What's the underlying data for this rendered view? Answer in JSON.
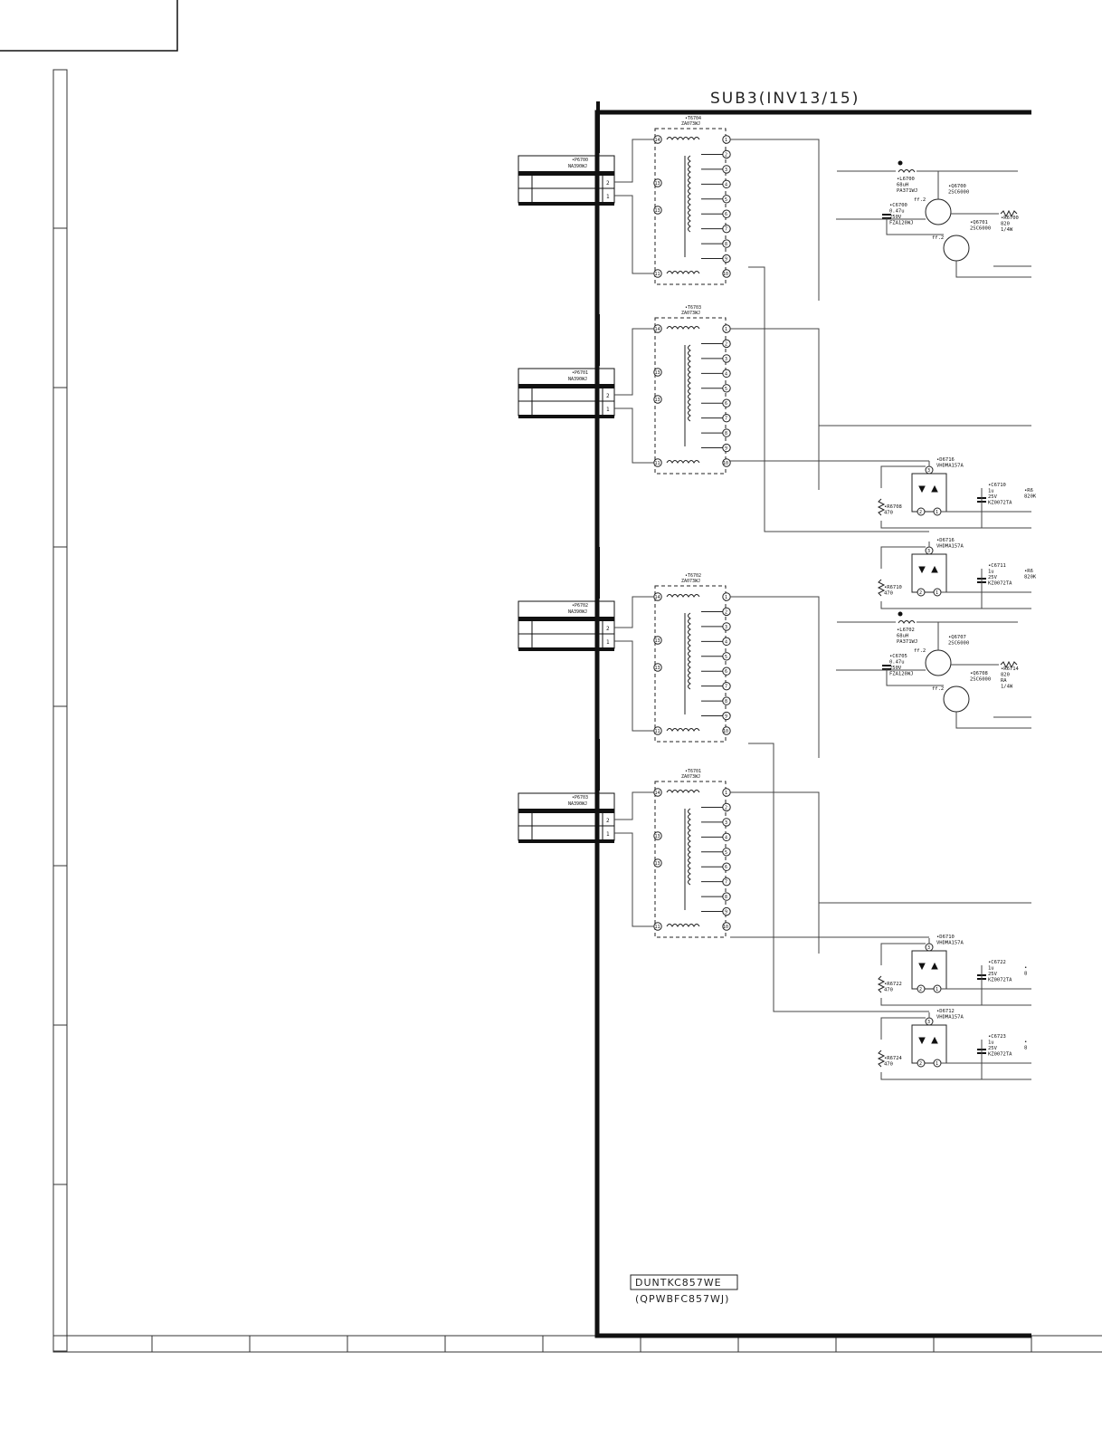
{
  "title": "SUB3(INV13/15)",
  "board": {
    "code": "DUNTKC857WE",
    "pwb": "(QPWBFC857WJ)"
  },
  "connectors": [
    {
      "ref": "•P6700",
      "part": "NA390WJ",
      "pins": [
        "2",
        "1"
      ]
    },
    {
      "ref": "•P6701",
      "part": "NA390WJ",
      "pins": [
        "2",
        "1"
      ]
    },
    {
      "ref": "•P6702",
      "part": "NA390WJ",
      "pins": [
        "2",
        "1"
      ]
    },
    {
      "ref": "•P6703",
      "part": "NA390WJ",
      "pins": [
        "2",
        "1"
      ]
    }
  ],
  "transformers": [
    {
      "ref": "•T6704",
      "part": "ZA073WJ"
    },
    {
      "ref": "•T6703",
      "part": "ZA073WJ"
    },
    {
      "ref": "•T6702",
      "part": "ZA073WJ"
    },
    {
      "ref": "•T6701",
      "part": "ZA073WJ"
    }
  ],
  "transformer_pins": {
    "left": [
      "14",
      "13",
      "13",
      "11"
    ],
    "right": [
      "1",
      "2",
      "3",
      "4",
      "5",
      "6",
      "7",
      "8",
      "9",
      "10"
    ]
  },
  "stages": [
    {
      "inductor": [
        "•L6700",
        "68uH",
        "PA371WJ"
      ],
      "q_a": [
        "•Q6700",
        "2SC6000"
      ],
      "q_b": [
        "•Q6701",
        "2SC6000"
      ],
      "cap": [
        "•C6700",
        "0.47u",
        "250V",
        "FZA120WJ"
      ],
      "res": [
        "•R6700",
        "820",
        "1/4W"
      ],
      "flag": "ff.2"
    },
    {
      "inductor": [
        "•L6702",
        "68uH",
        "PA371WJ"
      ],
      "q_a": [
        "•Q6707",
        "2SC6000"
      ],
      "q_b": [
        "•Q6708",
        "2SC6000"
      ],
      "cap": [
        "•C6705",
        "0.47u",
        "250V",
        "FZA120WJ"
      ],
      "res": [
        "•R6714",
        "820",
        "RA",
        "1/4W"
      ],
      "flag": "ff.2"
    }
  ],
  "diode_blocks": [
    {
      "diode": [
        "•D6716",
        "VHDMA157A"
      ],
      "res": [
        "•R6708",
        "470"
      ],
      "cap": [
        "•C6710",
        "1u",
        "25V",
        "KZ0072TA"
      ],
      "rres": [
        "•R6",
        "820K"
      ]
    },
    {
      "diode": [
        "•D6716",
        "VHDMA157A"
      ],
      "res": [
        "•R6710",
        "470"
      ],
      "cap": [
        "•C6711",
        "1u",
        "25V",
        "KZ0072TA"
      ],
      "rres": [
        "•R6",
        "820K"
      ]
    },
    {
      "diode": [
        "•D6710",
        "VHDMA157A"
      ],
      "res": [
        "•R6722",
        "470"
      ],
      "cap": [
        "•C6722",
        "1u",
        "25V",
        "KZ0072TA"
      ],
      "rres": [
        "•",
        "8"
      ]
    },
    {
      "diode": [
        "•D6712",
        "VHDMA157A"
      ],
      "res": [
        "•R6724",
        "470"
      ],
      "cap": [
        "•C6723",
        "1u",
        "25V",
        "KZ0072TA"
      ],
      "rres": [
        "•",
        "8"
      ]
    }
  ],
  "diode_pins": [
    "3",
    "2",
    "1"
  ],
  "colors": {
    "ink": "#111111",
    "line": "#444444",
    "paper": "#ffffff"
  }
}
